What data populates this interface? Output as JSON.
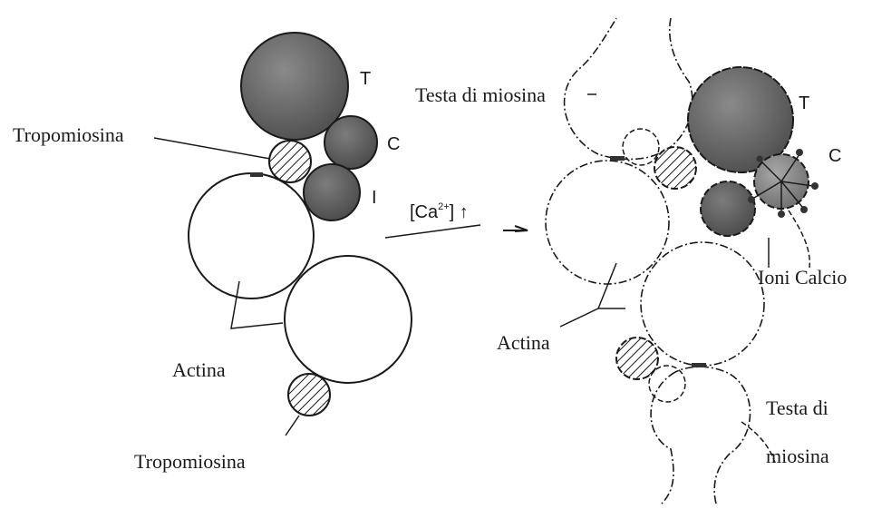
{
  "left": {
    "label_T": "T",
    "label_C": "C",
    "label_I": "I",
    "label_tropomiosina_top": "Tropomiosina",
    "label_actina": "Actina",
    "label_tropomiosina_bottom": "Tropomiosina"
  },
  "arrow": {
    "ca_text": "[Ca",
    "ca_sup": "2+",
    "ca_close": "] ",
    "up_arrow": "↑"
  },
  "right": {
    "label_testa_top": "Testa di miosina",
    "label_T": "T",
    "label_C": "C",
    "label_ioni_calcio": "Ioni Calcio",
    "label_actina": "Actina",
    "label_testa_bottom_1": "Testa di",
    "label_testa_bottom_2": "miosina"
  },
  "colors": {
    "troponin_dark": "#5e5e5e",
    "troponin_mid": "#7a7a7a",
    "troponin_light": "#9a9a9a",
    "line": "#1a1a1a",
    "background": "#ffffff"
  }
}
